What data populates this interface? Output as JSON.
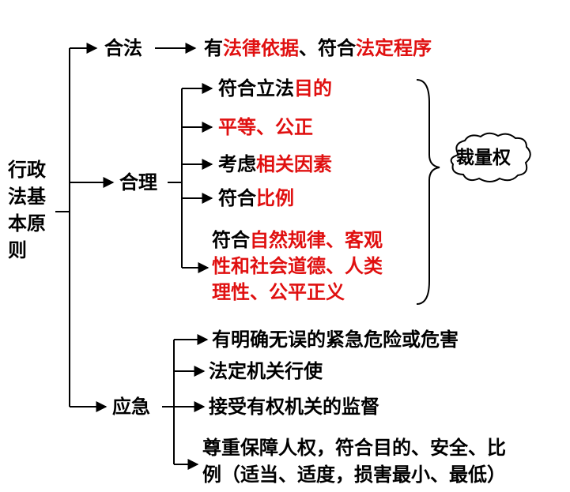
{
  "root": {
    "lines": [
      "行政",
      "法基",
      "本原",
      "则"
    ]
  },
  "branches": {
    "legal": {
      "label": "合法",
      "items": [
        {
          "parts": [
            {
              "text": "有",
              "red": false
            },
            {
              "text": "法律依据",
              "red": true
            },
            {
              "text": "、符合",
              "red": false
            },
            {
              "text": "法定程序",
              "red": true
            }
          ]
        }
      ]
    },
    "reasonable": {
      "label": "合理",
      "items": [
        {
          "lines": [
            [
              {
                "text": "符合立法",
                "red": false
              },
              {
                "text": "目的",
                "red": true
              }
            ]
          ]
        },
        {
          "lines": [
            [
              {
                "text": "平等、公正",
                "red": true
              }
            ]
          ]
        },
        {
          "lines": [
            [
              {
                "text": "考虑",
                "red": false
              },
              {
                "text": "相关因素",
                "red": true
              }
            ]
          ]
        },
        {
          "lines": [
            [
              {
                "text": "符合",
                "red": false
              },
              {
                "text": "比例",
                "red": true
              }
            ]
          ]
        },
        {
          "lines": [
            [
              {
                "text": "符合",
                "red": false
              },
              {
                "text": "自然规律、客观",
                "red": true
              }
            ],
            [
              {
                "text": "性和社会道德、人类",
                "red": true
              }
            ],
            [
              {
                "text": "理性、公平正义",
                "red": true
              }
            ]
          ]
        }
      ],
      "brace_label": "裁量权"
    },
    "emergency": {
      "label": "应急",
      "items": [
        {
          "lines": [
            "有明确无误的紧急危险或危害"
          ]
        },
        {
          "lines": [
            "法定机关行使"
          ]
        },
        {
          "lines": [
            "接受有权机关的监督"
          ]
        },
        {
          "lines": [
            "尊重保障人权，符合目的、安全、比",
            "例（适当、适度，损害最小、最低）"
          ]
        }
      ]
    }
  },
  "colors": {
    "emphasis": "#e01010",
    "text": "#000000",
    "line": "#000000"
  }
}
